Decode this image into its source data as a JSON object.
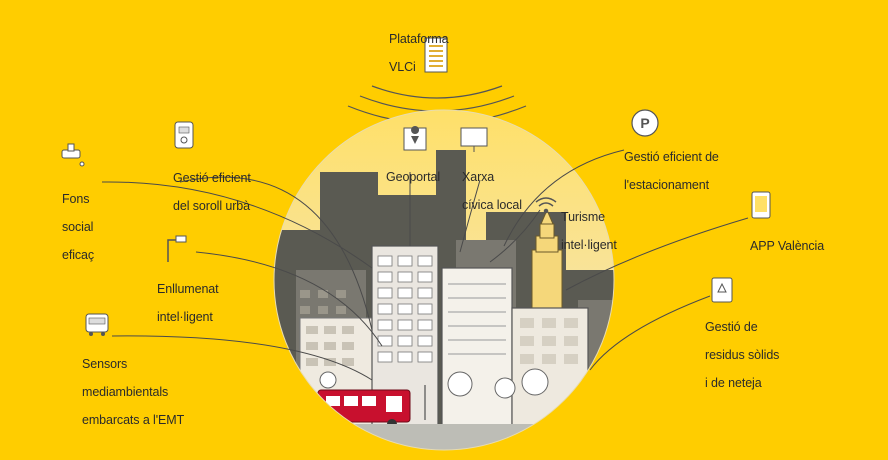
{
  "colors": {
    "background": "#FFCD00",
    "line": "#4a4a4a",
    "bus_red": "#C8102E",
    "tower": "#F5D77A"
  },
  "platform": {
    "line1": "Plataforma",
    "line2": "VLCi",
    "icon": "server-icon"
  },
  "services": {
    "fons_social": {
      "line1": "Fons",
      "line2": "social",
      "line3": "eficaç",
      "icon": "water-tap-icon"
    },
    "soroll": {
      "line1": "Gestió eficient",
      "line2": "del soroll urbà",
      "icon": "sound-meter-icon"
    },
    "enllumenat": {
      "line1": "Enllumenat",
      "line2": "intel·ligent",
      "icon": "streetlight-icon"
    },
    "sensors": {
      "line1": "Sensors",
      "line2": "mediambientals",
      "line3": "embarcats a l'EMT",
      "icon": "bus-icon"
    },
    "geoportal": {
      "line1": "Geoportal",
      "icon": "map-pin-icon"
    },
    "xarxa": {
      "line1": "Xarxa",
      "line2": "cívica local",
      "icon": "monitor-icon"
    },
    "turisme": {
      "line1": "Turisme",
      "line2": "intel·ligent",
      "icon": "wifi-icon"
    },
    "estacionament": {
      "line1": "Gestió eficient de",
      "line2": "l'estacionament",
      "icon": "parking-icon"
    },
    "app": {
      "line1": "APP València",
      "icon": "tablet-icon"
    },
    "residus": {
      "line1": "Gestió de",
      "line2": "residus sòlids",
      "line3": "i de neteja",
      "icon": "recycle-bin-icon"
    }
  }
}
